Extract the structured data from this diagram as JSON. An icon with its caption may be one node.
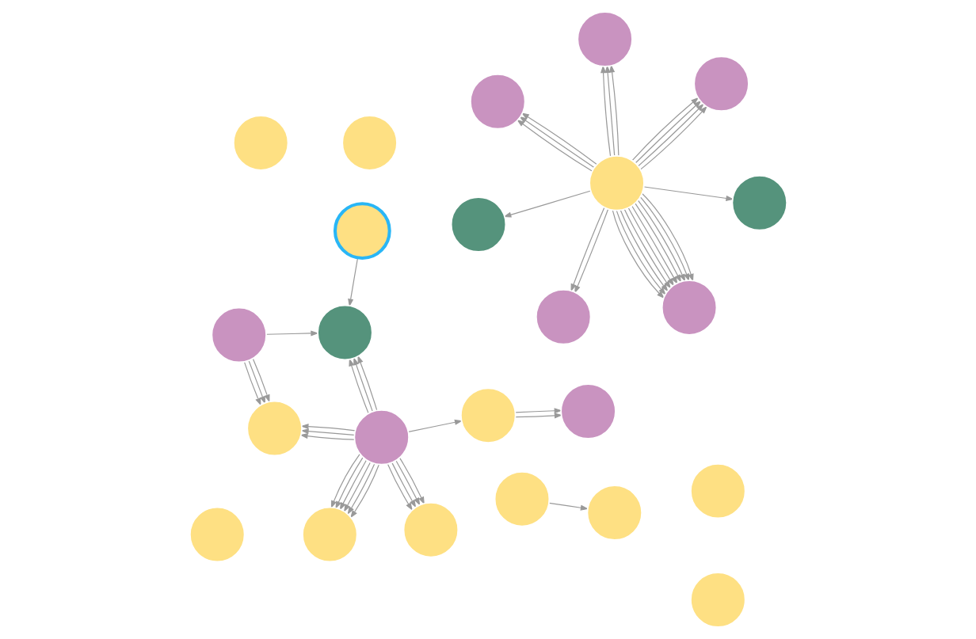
{
  "diagram": {
    "nodes": [
      {
        "text": [],
        "shape": "circle"
      },
      {
        "text": [],
        "shape": "circle"
      },
      {
        "text": [],
        "shape": "circle"
      },
      {
        "text": [],
        "shape": "circle"
      },
      {
        "text": [],
        "shape": "circle"
      },
      {
        "text": [],
        "shape": "circle"
      },
      {
        "text": [],
        "shape": "circle"
      },
      {
        "text": [],
        "shape": "circle"
      },
      {
        "text": [],
        "shape": "circle"
      },
      {
        "text": [],
        "shape": "circle"
      },
      {
        "text": [],
        "shape": "circle"
      },
      {
        "text": [],
        "shape": "circle"
      },
      {
        "text": [],
        "shape": "circle"
      },
      {
        "text": [],
        "shape": "circle"
      },
      {
        "text": [],
        "shape": "circle"
      },
      {
        "text": [],
        "shape": "circle"
      },
      {
        "text": [],
        "shape": "circle"
      },
      {
        "text": [],
        "shape": "circle"
      },
      {
        "text": [],
        "shape": "circle"
      },
      {
        "text": [],
        "shape": "circle"
      },
      {
        "text": [],
        "shape": "circle"
      },
      {
        "text": [],
        "shape": "circle"
      },
      {
        "text": [],
        "shape": "circle"
      },
      {
        "text": [],
        "shape": "circle"
      }
    ],
    "edges": [
      {
        "from": 2,
        "to": 0,
        "arrow": "to"
      },
      {
        "from": 2,
        "to": 1,
        "arrow": "to"
      },
      {
        "from": 2,
        "to": 4,
        "arrow": "to"
      },
      {
        "from": 2,
        "to": 4,
        "arrow": "to"
      },
      {
        "from": 2,
        "to": 4,
        "arrow": "to"
      },
      {
        "from": 2,
        "to": 4,
        "arrow": "to"
      },
      {
        "from": 2,
        "to": 3,
        "arrow": "to"
      },
      {
        "from": 2,
        "to": 3,
        "arrow": "to"
      },
      {
        "from": 2,
        "to": 3,
        "arrow": "to"
      },
      {
        "from": 2,
        "to": 5,
        "arrow": "to"
      },
      {
        "from": 2,
        "to": 5,
        "arrow": "to"
      },
      {
        "from": 2,
        "to": 5,
        "arrow": "to"
      },
      {
        "from": 2,
        "to": 6,
        "arrow": "to"
      },
      {
        "from": 2,
        "to": 6,
        "arrow": "to"
      },
      {
        "from": 2,
        "to": 7,
        "arrow": "to"
      },
      {
        "from": 2,
        "to": 7,
        "arrow": "to"
      },
      {
        "from": 2,
        "to": 7,
        "arrow": "to"
      },
      {
        "from": 2,
        "to": 7,
        "arrow": "to"
      },
      {
        "from": 2,
        "to": 7,
        "arrow": "to"
      },
      {
        "from": 2,
        "to": 7,
        "arrow": "to"
      },
      {
        "from": 2,
        "to": 7,
        "arrow": "to"
      },
      {
        "from": 2,
        "to": 7,
        "arrow": "to"
      },
      {
        "from": 2,
        "to": 7,
        "arrow": "to"
      },
      {
        "from": 2,
        "to": 7,
        "arrow": "to"
      },
      {
        "from": 12,
        "to": 10,
        "arrow": "to"
      },
      {
        "from": 15,
        "to": 18,
        "arrow": "to"
      },
      {
        "from": 16,
        "to": 10,
        "arrow": "to"
      },
      {
        "from": 16,
        "to": 10,
        "arrow": "to"
      },
      {
        "from": 16,
        "to": 10,
        "arrow": "to"
      },
      {
        "from": 17,
        "to": 10,
        "arrow": "to"
      },
      {
        "from": 16,
        "to": 13,
        "arrow": "to"
      },
      {
        "from": 16,
        "to": 13,
        "arrow": "to"
      },
      {
        "from": 16,
        "to": 13,
        "arrow": "to"
      },
      {
        "from": 16,
        "to": 13,
        "arrow": "to"
      },
      {
        "from": 16,
        "to": 14,
        "arrow": "to"
      },
      {
        "from": 14,
        "to": 20,
        "arrow": "to"
      },
      {
        "from": 14,
        "to": 20,
        "arrow": "to"
      },
      {
        "from": 16,
        "to": 19,
        "arrow": "to"
      },
      {
        "from": 16,
        "to": 19,
        "arrow": "to"
      },
      {
        "from": 16,
        "to": 19,
        "arrow": "to"
      },
      {
        "from": 17,
        "to": 19,
        "arrow": "to"
      },
      {
        "from": 17,
        "to": 19,
        "arrow": "to"
      },
      {
        "from": 17,
        "to": 19,
        "arrow": "to"
      },
      {
        "from": 16,
        "to": 21,
        "arrow": "to"
      },
      {
        "from": 16,
        "to": 21,
        "arrow": "to"
      },
      {
        "from": 16,
        "to": 21,
        "arrow": "to"
      },
      {
        "from": 16,
        "to": 21,
        "arrow": "to"
      },
      {
        "from": 16,
        "to": 21,
        "arrow": "to"
      },
      {
        "from": 16,
        "to": 21,
        "arrow": "to"
      }
    ]
  }
}
